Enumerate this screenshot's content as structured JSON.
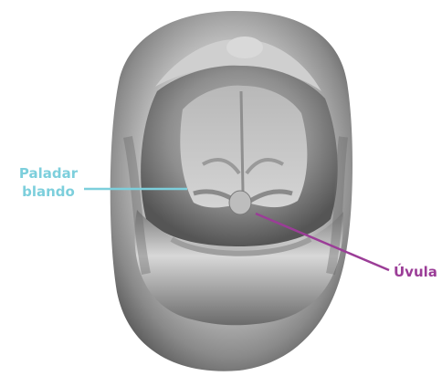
{
  "labels": {
    "soft_palate": {
      "line1": "Paladar",
      "line2": "blando",
      "color": "#7dcfdc"
    },
    "uvula": {
      "text": "Úvula",
      "color": "#9b3d97"
    }
  },
  "colors": {
    "model_light": "#e6e6e6",
    "model_mid": "#a8a8a8",
    "model_dark": "#4a4a4a"
  }
}
